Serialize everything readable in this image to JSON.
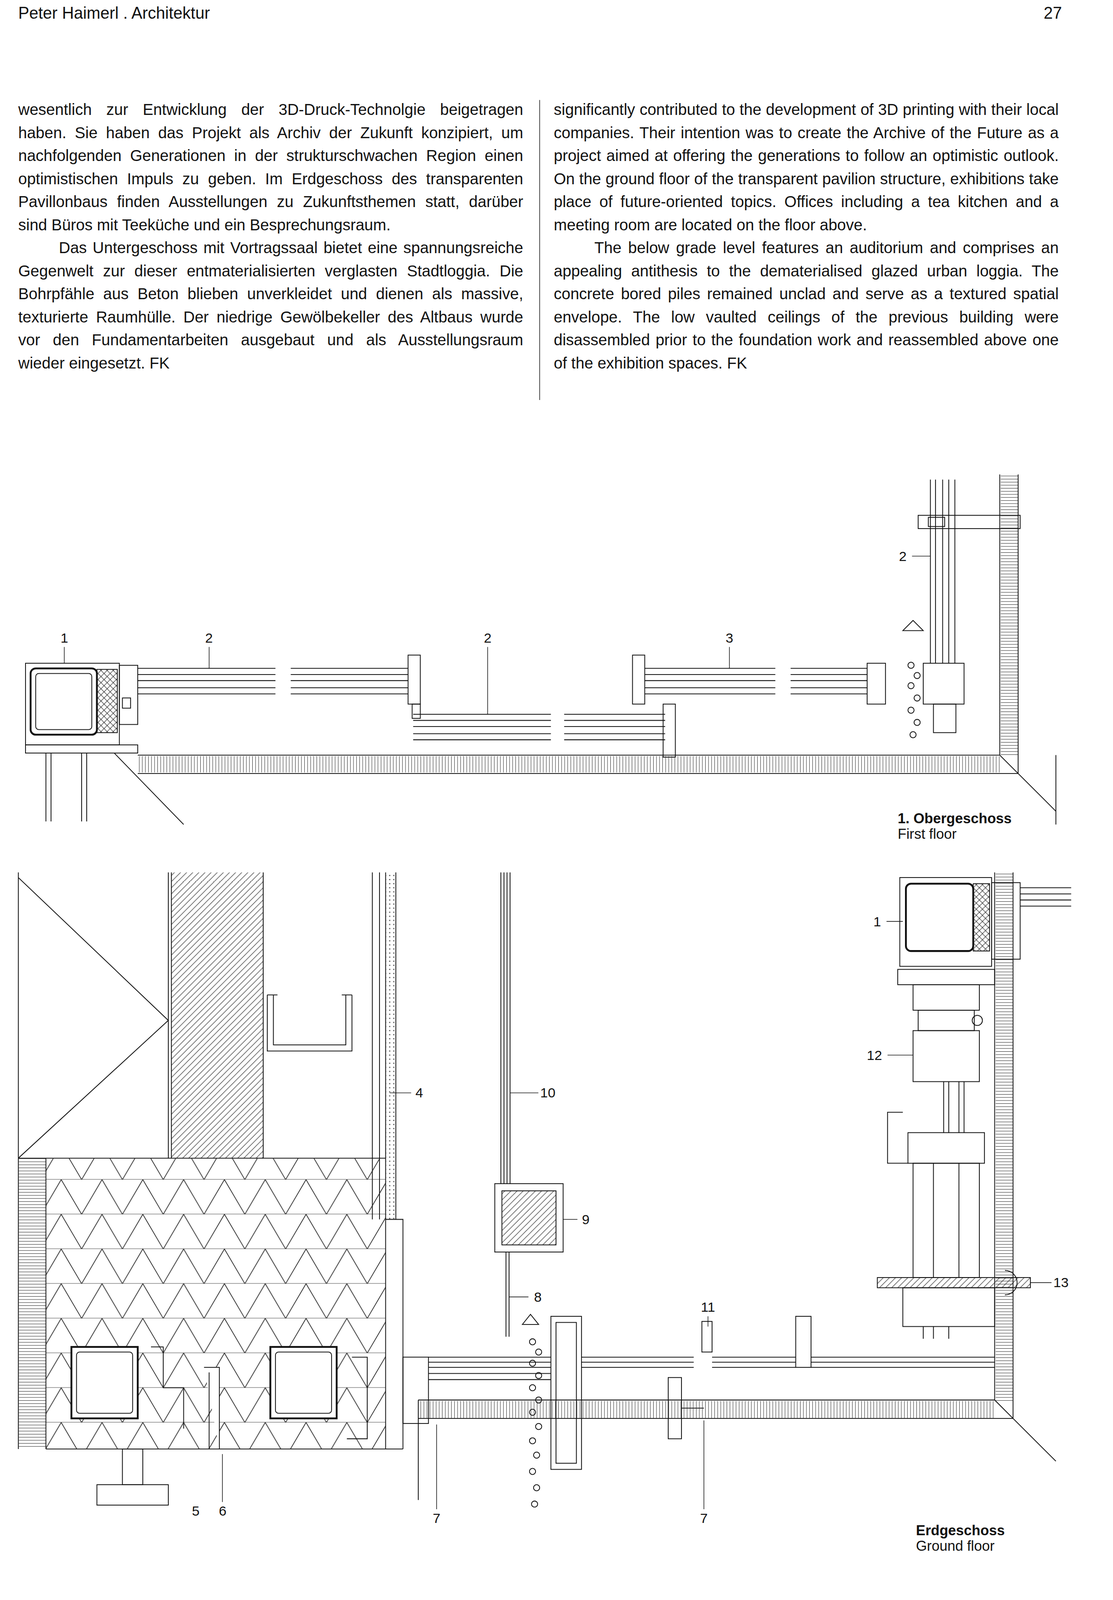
{
  "diagram": {
    "labels": [
      "Peter Haimerl . Architektur",
      "27",
      "wesentlich zur Entwicklung der 3D-Druck-Technolgie beigetragen haben. Sie haben das Projekt als Archiv der Zukunft konzipiert, um nachfolgenden Generationen in der strukturschwachen Region einen optimistischen Impuls zu geben. Im Erdgeschoss des transparenten Pavillonbaus finden Ausstellungen zu Zukunftsthemen statt, darüber sind Büros mit Teeküche und ein Besprechungsraum.",
      "Das Untergeschoss mit Vortragssaal bietet eine spannungsreiche Gegenwelt zur dieser entmaterialisierten verglasten Stadtloggia. Die Bohrpfähle aus Beton blieben unverkleidet und dienen als massive, texturierte Raumhülle. Der niedrige Gewölbekeller des Altbaus wurde vor den Fundamentarbeiten ausgebaut und als Ausstellungsraum wieder eingesetzt. FK",
      "significantly contributed to the development of 3D printing with their local companies. Their intention was to create the Archive of the Future as a project aimed at offering the generations to follow an optimistic outlook. On the ground floor of the transparent pavilion structure, exhibitions take place of future-oriented topics. Offices including a tea kitchen and a meeting room are located on the floor above.",
      "The below grade level features an auditorium and comprises an appealing antithesis to the dematerialised glazed urban loggia. The concrete bored piles remained unclad and serve as a textured spatial envelope. The low vaulted ceilings of the previous building were disassembled prior to the foundation work and reassembled above one of the exhibition spaces. FK",
      "2",
      "1",
      "2",
      "2",
      "3",
      "1. Obergeschoss",
      "First floor",
      "1",
      "12",
      "4",
      "10",
      "9",
      "8",
      "11",
      "13",
      "5",
      "6",
      "7",
      "7",
      "Erdgeschoss",
      "Ground floor"
    ]
  }
}
